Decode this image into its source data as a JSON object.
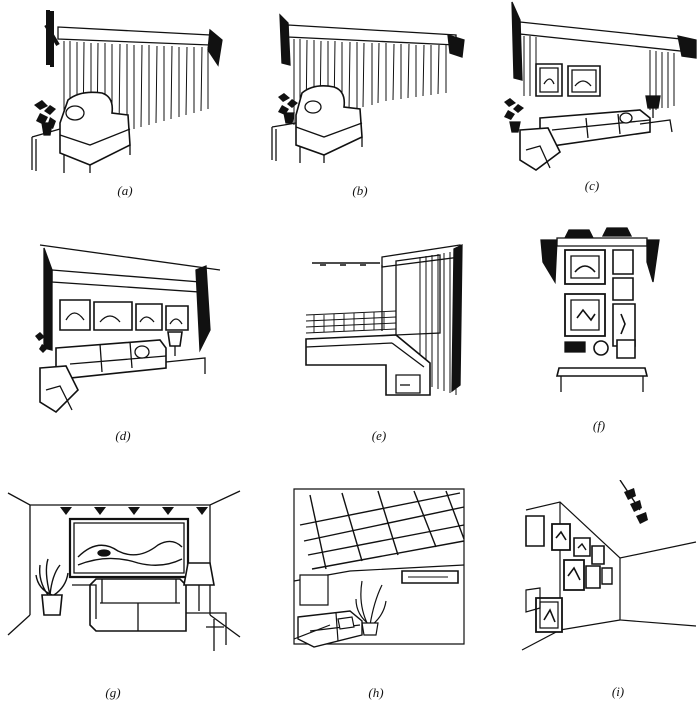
{
  "captions": {
    "a": "(a)",
    "b": "(b)",
    "c": "(c)",
    "d": "(d)",
    "e": "(e)",
    "f": "(f)",
    "g": "(g)",
    "h": "(h)",
    "i": "(i)"
  },
  "style": {
    "ink": "#111111",
    "paper": "#ffffff"
  }
}
